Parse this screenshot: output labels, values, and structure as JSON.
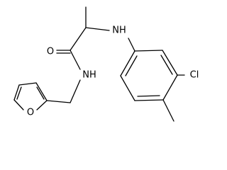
{
  "molecule": {
    "labels": {
      "carbonyl_oxygen": "O",
      "amine_nh": "NH",
      "amide_nh": "NH",
      "chlorine": "Cl",
      "furan_oxygen": "O"
    },
    "colors": {
      "bond": "#000000",
      "label": "#000000",
      "background": "#ffffff"
    }
  }
}
